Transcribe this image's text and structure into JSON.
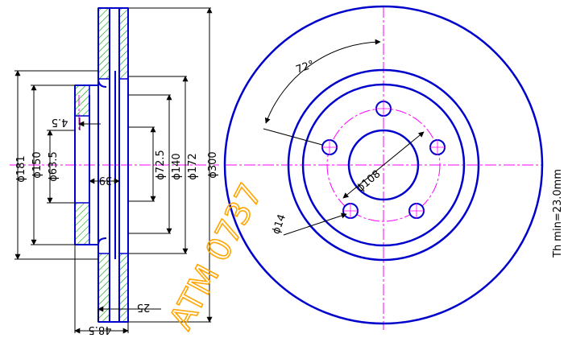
{
  "colors": {
    "outline": "#0000cc",
    "center_line": "#ff00ff",
    "hatch": "#00a000",
    "dimension": "#000000",
    "watermark": "#ffa500",
    "background": "#ffffff"
  },
  "section_view": {
    "dimensions": {
      "d181": "ϕ181",
      "d150": "ϕ150",
      "d63_5": "ϕ63.5",
      "d72_5": "ϕ72.5",
      "d140": "ϕ140",
      "d172": "ϕ172",
      "d300": "ϕ300",
      "t4_5": "4.5",
      "t39": "39",
      "t25": "25",
      "t48_5": "48.5"
    }
  },
  "front_view": {
    "dimensions": {
      "angle": "72°",
      "pcd": "ϕ108",
      "hole": "ϕ14"
    }
  },
  "watermark": {
    "text": "ATM 0737"
  },
  "thickness_note": {
    "text": "Th min=23.0mm"
  }
}
